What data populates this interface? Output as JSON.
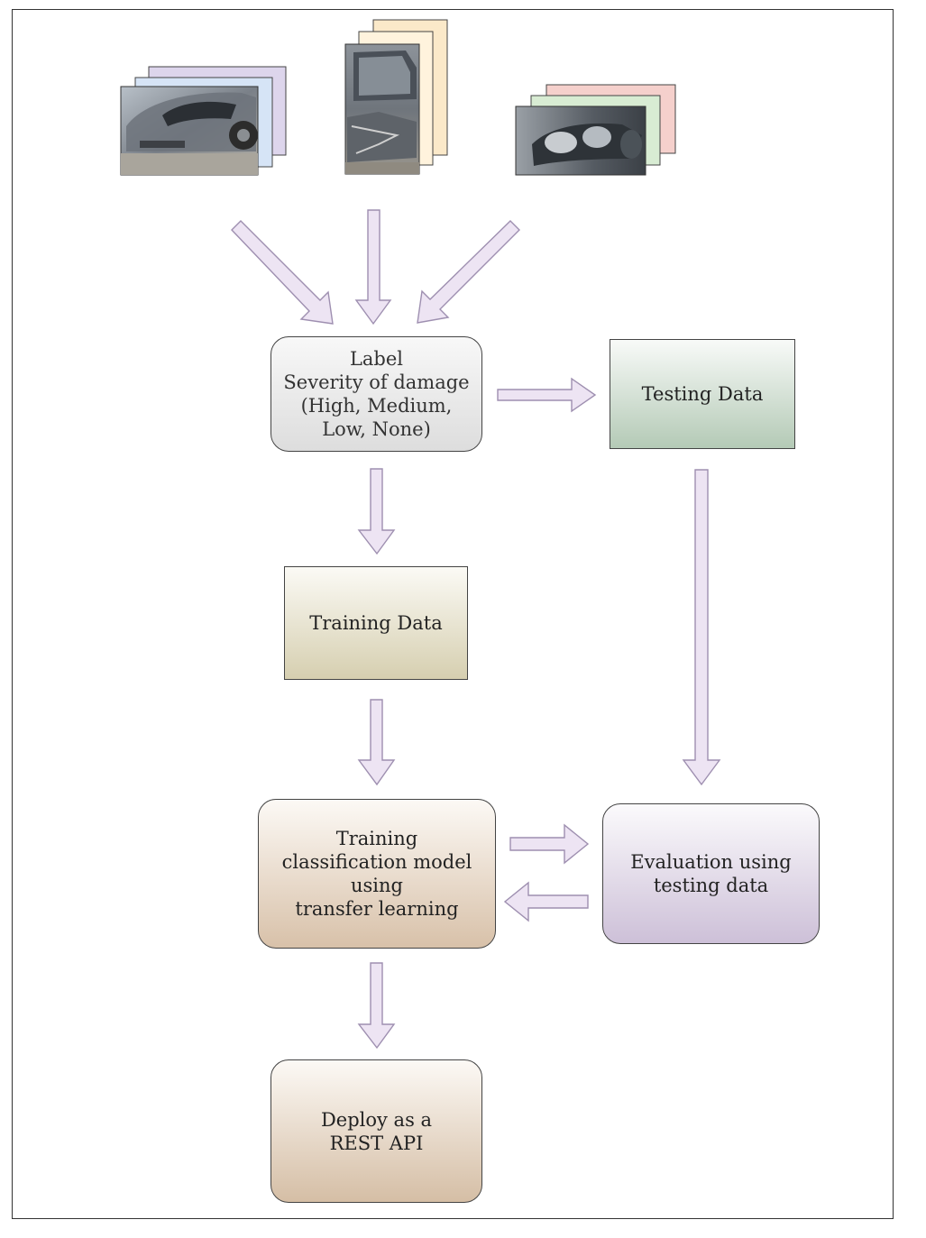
{
  "nodes": {
    "label": "Label\nSeverity of damage\n(High, Medium,\nLow, None)",
    "testing_data": "Testing Data",
    "training_data": "Training Data",
    "training_model": "Training\nclassification model\nusing\ntransfer learning",
    "evaluation": "Evaluation using\ntesting data",
    "deploy": "Deploy as a\nREST API"
  },
  "image_stacks": [
    {
      "icon": "damaged-car-front-photo",
      "back_colors": [
        "#ddd5ec",
        "#d6e4f6"
      ]
    },
    {
      "icon": "damaged-car-side-photo",
      "back_colors": [
        "#fbe9c9",
        "#fff3dd"
      ]
    },
    {
      "icon": "damaged-headlight-photo",
      "back_colors": [
        "#f5d0cc",
        "#d8ecd3"
      ]
    }
  ],
  "colors": {
    "arrow_fill": "#ede4f3",
    "arrow_stroke": "#9e8fb0",
    "box_border": "#444444"
  }
}
